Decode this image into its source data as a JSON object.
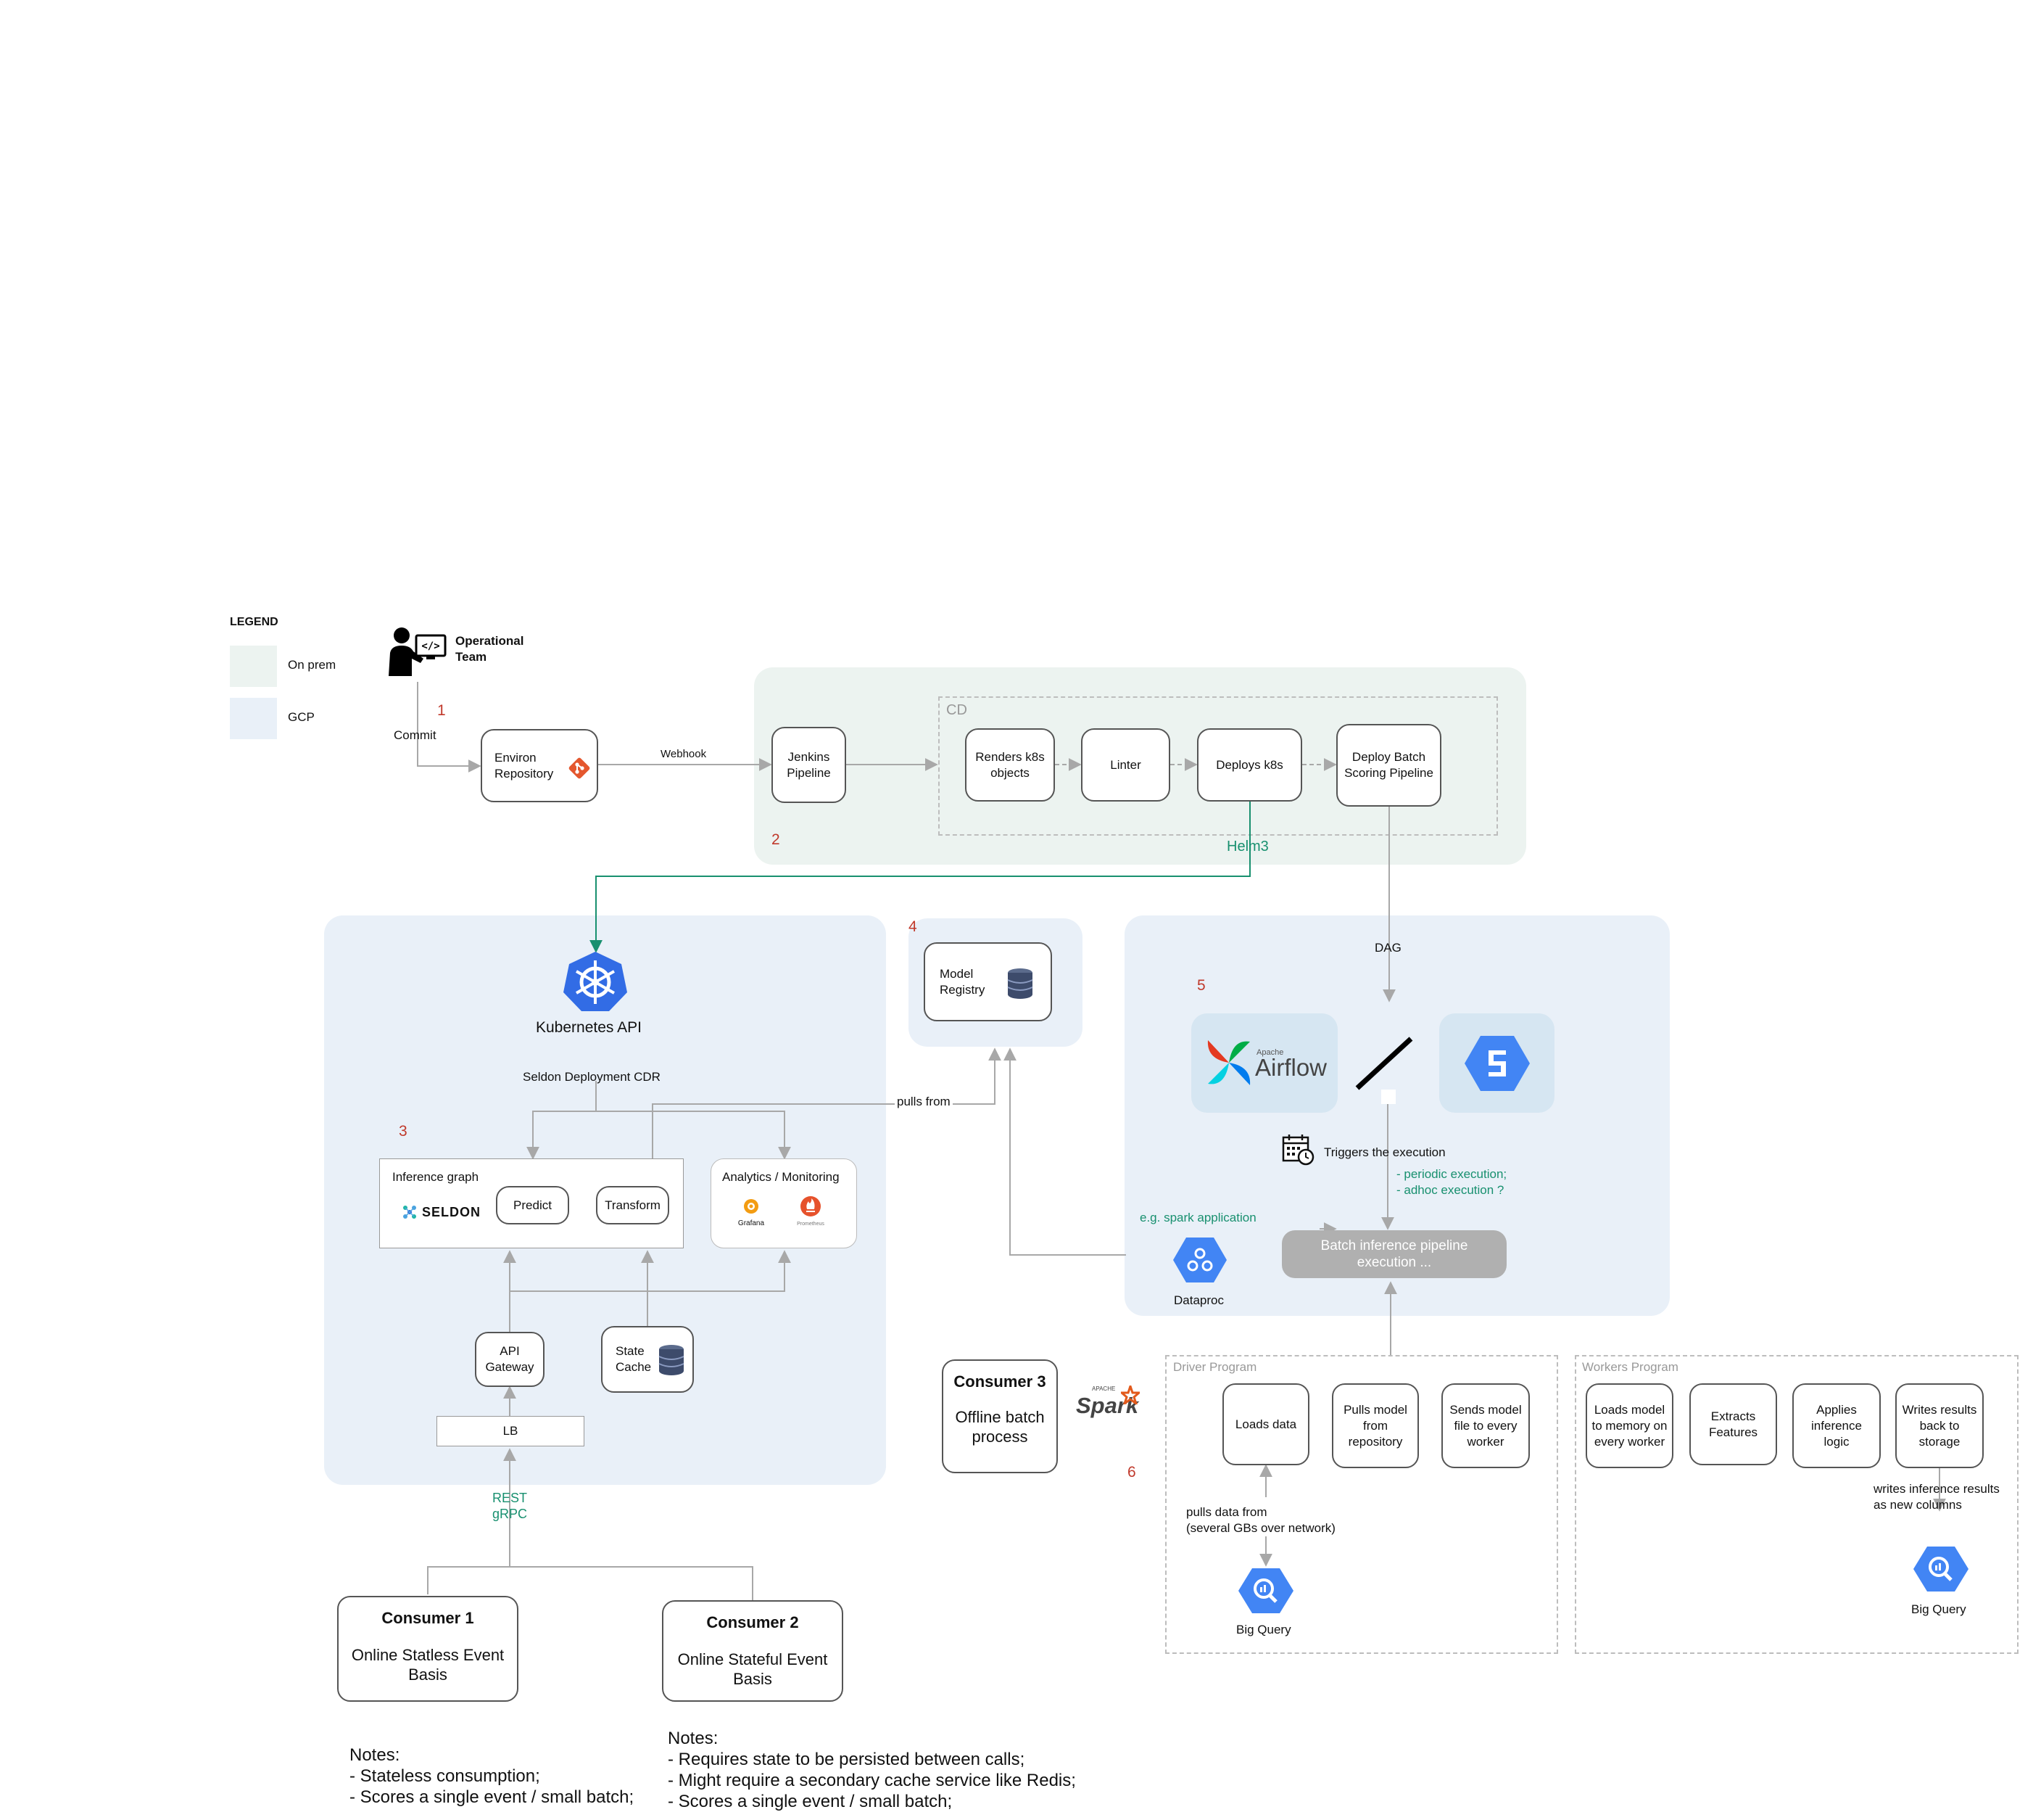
{
  "legend": {
    "title": "LEGEND",
    "on_prem": "On prem",
    "gcp": "GCP"
  },
  "colors": {
    "on_prem": "#ecf3f0",
    "gcp": "#e9f0f8",
    "accent_teal": "#18906f",
    "number_red": "#c0392b"
  },
  "operational_team": {
    "label_line1": "Operational",
    "label_line2": "Team",
    "icon": "developer-icon"
  },
  "numbers": {
    "n1": "1",
    "n2": "2",
    "n3": "3",
    "n4": "4",
    "n5": "5",
    "n6": "6"
  },
  "edges": {
    "commit": "Commit",
    "webhook": "Webhook",
    "helm3": "Helm3",
    "dag": "DAG",
    "seldon_cdr": "Seldon Deployment CDR",
    "pulls_from": "pulls from",
    "triggers": "Triggers the execution",
    "periodic": "- periodic execution;",
    "adhoc": "- adhoc execution ?",
    "spark_app": "e.g. spark application",
    "rest": "REST",
    "grpc": "gRPC",
    "pulls_data_1": "pulls data from",
    "pulls_data_2": "(several GBs over network)",
    "writes_inf_1": "writes inference results",
    "writes_inf_2": "as new columns"
  },
  "nodes": {
    "environ_repo_1": "Environ",
    "environ_repo_2": "Repository",
    "jenkins_1": "Jenkins",
    "jenkins_2": "Pipeline",
    "cd_label": "CD",
    "renders_1": "Renders k8s",
    "renders_2": "objects",
    "linter": "Linter",
    "deploys_k8s": "Deploys k8s",
    "deploy_batch_1": "Deploy Batch",
    "deploy_batch_2": "Scoring Pipeline",
    "kubernetes_api": "Kubernetes API",
    "model_registry_1": "Model",
    "model_registry_2": "Registry",
    "inference_graph": "Inference graph",
    "seldon_logo": "SELDON",
    "predict": "Predict",
    "transform": "Transform",
    "analytics": "Analytics / Monitoring",
    "grafana": "Grafana",
    "prometheus": "Prometheus",
    "api_gateway_1": "API",
    "api_gateway_2": "Gateway",
    "state_cache_1": "State",
    "state_cache_2": "Cache",
    "lb": "LB",
    "airflow_small": "Apache",
    "airflow": "Airflow",
    "batch_pipeline_1": "Batch inference pipeline",
    "batch_pipeline_2": "execution ...",
    "dataproc": "Dataproc",
    "driver_program": "Driver Program",
    "workers_program": "Workers Program",
    "loads_data": "Loads data",
    "pulls_model_1": "Pulls model",
    "pulls_model_2": "from",
    "pulls_model_3": "repository",
    "sends_model_1": "Sends model",
    "sends_model_2": "file to every",
    "sends_model_3": "worker",
    "loads_model_1": "Loads model",
    "loads_model_2": "to memory on",
    "loads_model_3": "every worker",
    "extracts_1": "Extracts",
    "extracts_2": "Features",
    "applies_1": "Applies",
    "applies_2": "inference",
    "applies_3": "logic",
    "writes_1": "Writes results",
    "writes_2": "back to",
    "writes_3": "storage",
    "big_query": "Big Query",
    "spark_small": "APACHE",
    "spark": "Spark"
  },
  "consumers": [
    {
      "title": "Consumer 1",
      "body1": "Online Statless Event",
      "body2": "Basis"
    },
    {
      "title": "Consumer 2",
      "body1": "Online Stateful Event",
      "body2": "Basis"
    },
    {
      "title": "Consumer 3",
      "body1": "Offline batch",
      "body2": "process"
    }
  ],
  "notes": {
    "left": [
      "Notes:",
      "- Stateless consumption;",
      "- Scores a single event / small batch;"
    ],
    "right": [
      "Notes:",
      "- Requires state to be persisted between calls;",
      "- Might require a secondary cache service like Redis;",
      "- Scores a single event / small batch;"
    ]
  }
}
